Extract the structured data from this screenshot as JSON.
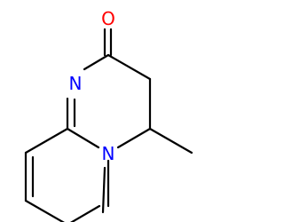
{
  "atoms": {
    "oxygen": {
      "symbol": "O",
      "color": "#ff0000"
    },
    "imine_nitrogen": {
      "symbol": "N",
      "color": "#0000ff"
    },
    "ring_nitrogen": {
      "symbol": "N",
      "color": "#0000ff"
    }
  },
  "colors": {
    "bond": "#000000",
    "background": "#ffffff"
  }
}
